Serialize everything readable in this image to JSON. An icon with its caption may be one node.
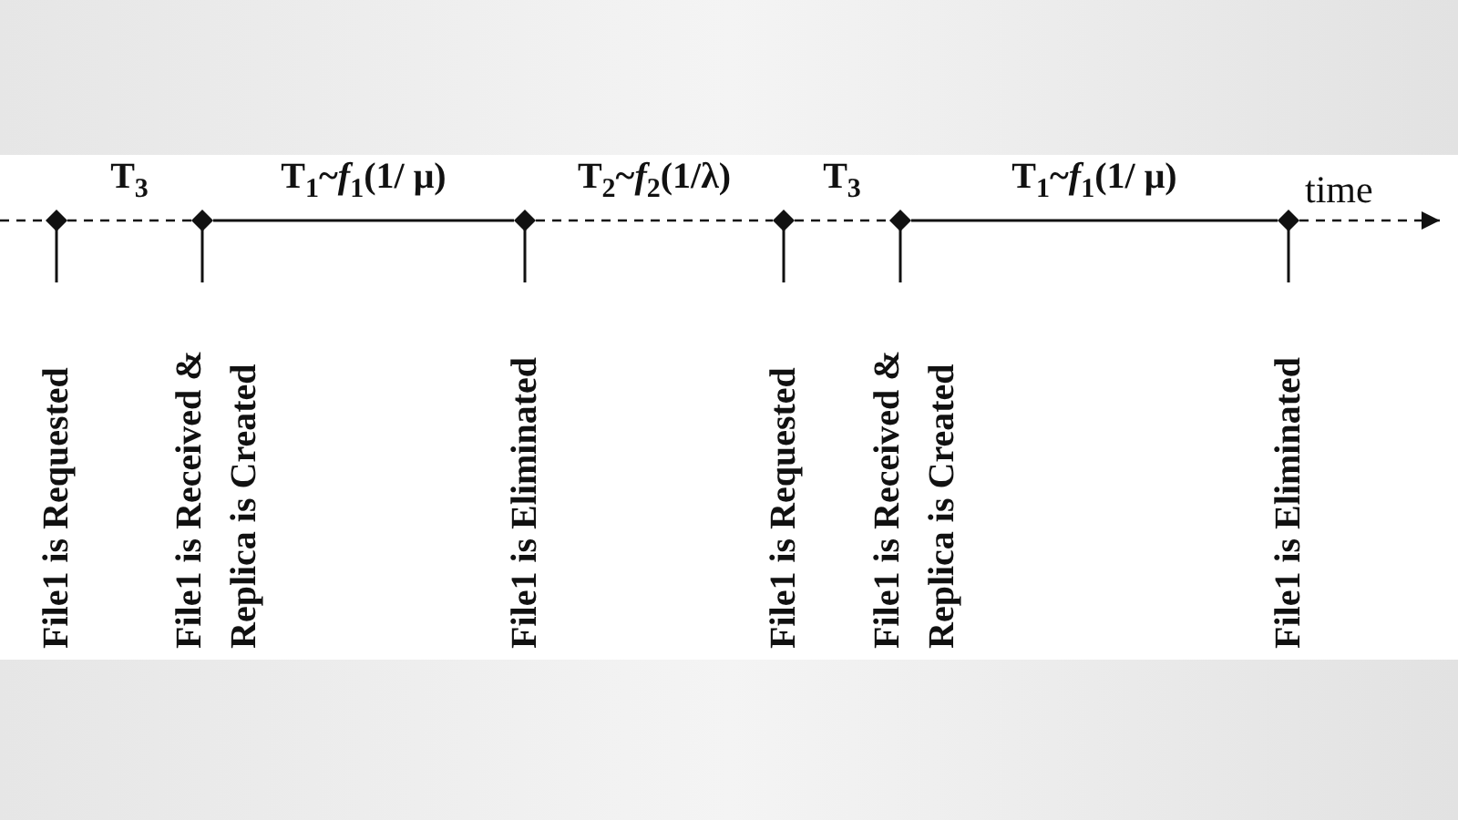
{
  "diagram": {
    "nodes": [
      {
        "text": [],
        "shape": "diamond",
        "beside": [
          "File1 is Requested"
        ]
      },
      {
        "text": [],
        "shape": "diamond",
        "beside": [
          "File1 is Received & Replica  is Created"
        ]
      },
      {
        "text": [],
        "shape": "diamond",
        "beside": [
          "File1 is Eliminated"
        ]
      },
      {
        "text": [],
        "shape": "diamond",
        "beside": [
          "File1 is Requested"
        ]
      },
      {
        "text": [],
        "shape": "diamond",
        "beside": [
          "File1 is Received & Replica is Created"
        ]
      },
      {
        "text": [],
        "shape": "diamond",
        "beside": [
          "File1 is  Eliminated"
        ]
      }
    ],
    "edges": [
      {
        "from": null,
        "to": 0,
        "arrow": "none",
        "style": "dashed"
      },
      {
        "from": 0,
        "to": 1,
        "arrow": "none",
        "style": "dashed",
        "label": "T$_{3}$"
      },
      {
        "from": 1,
        "to": 2,
        "arrow": "none",
        "label": "T$_{1}$~*f*$_{1}$(1/ μ)"
      },
      {
        "from": 2,
        "to": 3,
        "arrow": "none",
        "style": "dashed",
        "label": "T$_{2}$~*f*$_{2}$(1/λ)"
      },
      {
        "from": 3,
        "to": 4,
        "arrow": "none",
        "style": "dashed",
        "label": "T$_{3}$"
      },
      {
        "from": 4,
        "to": 5,
        "arrow": "none",
        "label": "T$_{1}$~*f*$_{1}$(1/ μ)"
      },
      {
        "from": 5,
        "to": null,
        "arrow": "to",
        "style": "dashed"
      }
    ],
    "labels": [
      "time"
    ]
  }
}
